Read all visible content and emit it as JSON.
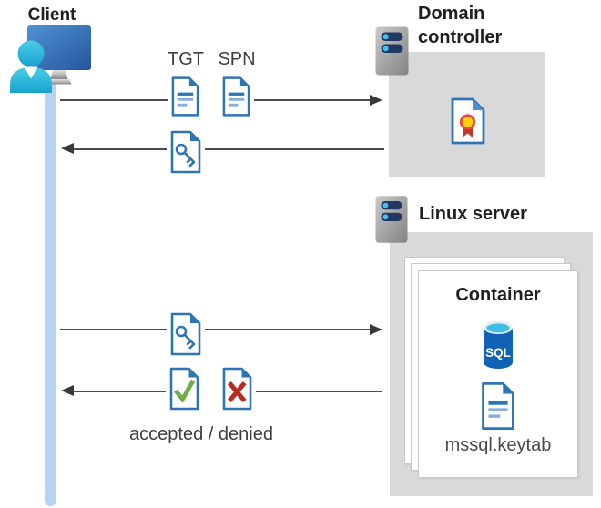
{
  "nodes": {
    "client": {
      "label": "Client"
    },
    "domain_controller": {
      "label_line1": "Domain",
      "label_line2": "controller"
    },
    "linux_server": {
      "label": "Linux server"
    },
    "container": {
      "label": "Container",
      "database_label": "SQL",
      "keytab_file": "mssql.keytab"
    }
  },
  "flows": {
    "tgt_label": "TGT",
    "spn_label": "SPN",
    "result_label": "accepted / denied"
  },
  "icons": {
    "client-user-icon": "person-with-monitor",
    "server-icon": "server-rack-with-leds",
    "tgt-document-icon": "blue-document-with-text-lines",
    "spn-document-icon": "blue-document-with-text-lines",
    "ticket-key-document-icon": "blue-document-with-key",
    "certificate-icon": "document-with-ribbon-seal",
    "sql-database-icon": "blue-database-cylinder",
    "keytab-document-icon": "blue-document-with-text-lines",
    "accepted-document-icon": "document-with-green-check",
    "denied-document-icon": "document-with-red-x"
  },
  "colors": {
    "doc_blue": "#2e75b6",
    "accent_cyan": "#45c6e6",
    "monitor_blue": "#2f6db4",
    "timeline_blue": "#b7d3f3",
    "node_box_gray": "#d9d9d9",
    "server_navy": "#1f3864",
    "sql_blue": "#0f62b4",
    "success_green": "#70ad47",
    "error_red": "#ba2a20",
    "cert_yellow": "#ffd100",
    "ribbon_red": "#c0392b",
    "arrow_gray": "#4d4d4d"
  }
}
